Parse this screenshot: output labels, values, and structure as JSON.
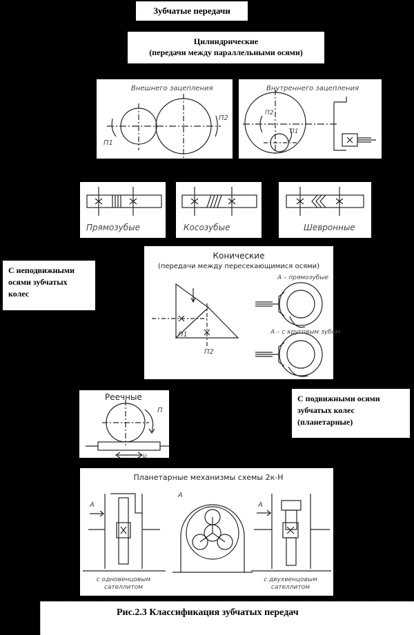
{
  "title": "Зубчатые передачи",
  "cylindrical": {
    "title": "Цилиндрические",
    "subtitle": "(передачи между параллельными осями)",
    "external_label": "Внешнего зацепления",
    "internal_label": "Внутреннего зацепления",
    "n1": "П1",
    "n2": "П2"
  },
  "teeth_types": [
    "Прямозубые",
    "Косозубые",
    "Шевронные"
  ],
  "fixed_axes": "С неподвижными осями зубчатых колес",
  "conical": {
    "title": "Конические",
    "subtitle": "(передачи между пересекающимися осями)",
    "straight_label": "А – прямозубые",
    "circular_label": "А – с круговым зубом",
    "n1": "П1",
    "n2": "П2"
  },
  "rack": {
    "title": "Реечные",
    "n_label": "П",
    "v_label": "υ"
  },
  "moving_axes": "С подвижными осями зубчатых колес (планетарные)",
  "planetary": {
    "title": "Планетарные механизмы схемы  2к-Н",
    "a_label": "А",
    "single_label": "с одновенцовым сателлитом",
    "double_label": "с двухвенцовым сателлитом"
  },
  "caption": "Рис.2.3 Классификация зубчатых передач",
  "colors": {
    "background": "#000000",
    "panel": "#ffffff",
    "line": "#222222"
  }
}
